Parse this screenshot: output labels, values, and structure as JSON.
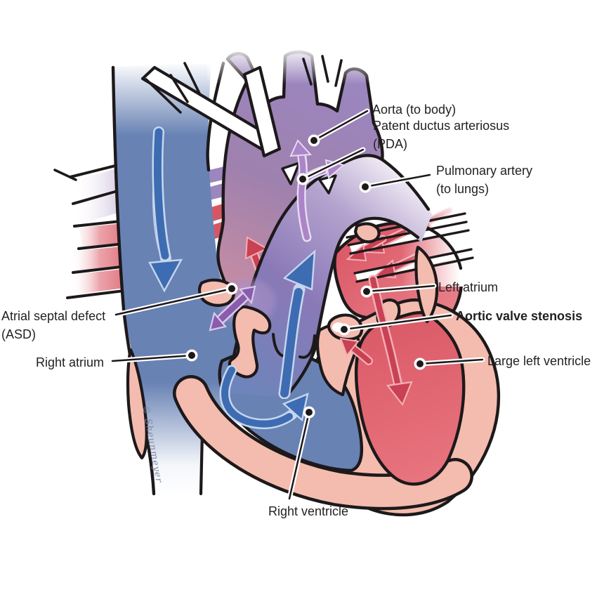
{
  "labels": {
    "aorta": {
      "text": "Aorta (to body)"
    },
    "pda": {
      "line1": "Patent ductus arteriosus",
      "line2": "(PDA)"
    },
    "pulmonary_artery": {
      "line1": "Pulmonary artery",
      "line2": "(to lungs)"
    },
    "left_atrium": {
      "text": "Left atrium"
    },
    "aortic_valve_stenosis": {
      "text": "Aortic valve stenosis"
    },
    "large_left_ventricle": {
      "text": "Large left ventricle"
    },
    "atrial_septal_defect": {
      "line1": "Atrial septal defect",
      "line2": "(ASD)"
    },
    "right_atrium": {
      "text": "Right atrium"
    },
    "right_ventricle": {
      "text": "Right ventricle"
    }
  },
  "signature": "© Sheunmeyer",
  "colors": {
    "venous_blue": "#6882B4",
    "arterial_red": "#DF5A67",
    "mixed_purple": "#9C86BF",
    "myocardium_pink": "#F4BCAE",
    "outline_black": "#1D191B",
    "blue_arrow": "#3E6CB2",
    "red_arrow": "#C94153",
    "asd_arrow": "#8A5CAD",
    "pda_arrow": "#AC84C8",
    "label_text": "#231F20"
  }
}
